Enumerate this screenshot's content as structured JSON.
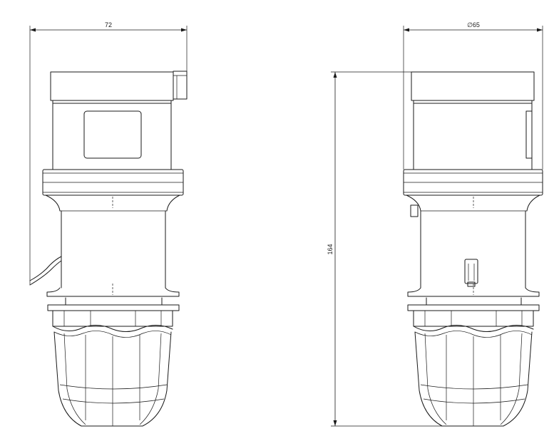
{
  "dimensions": {
    "width_label": "72",
    "diameter_label": "∅65",
    "height_label": "164"
  }
}
